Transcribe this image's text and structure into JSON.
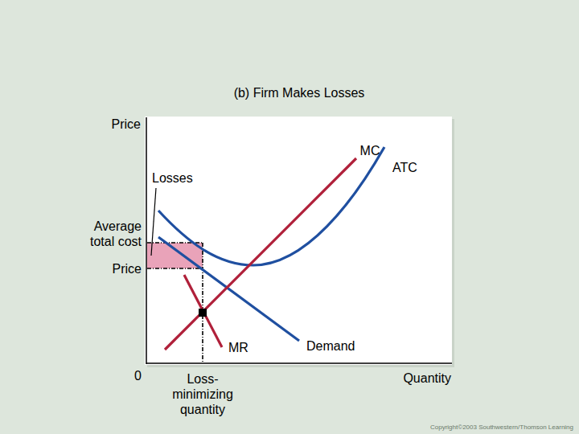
{
  "diagram": {
    "title": "(b) Firm Makes Losses",
    "labels": [
      "Price",
      "MC",
      "ATC",
      "Losses",
      "Average total cost",
      "Price",
      "MR",
      "Demand",
      "0",
      "Loss-minimizing quantity",
      "Quantity",
      "Copyright©2003 Southwestern/Thomson Learning"
    ]
  }
}
